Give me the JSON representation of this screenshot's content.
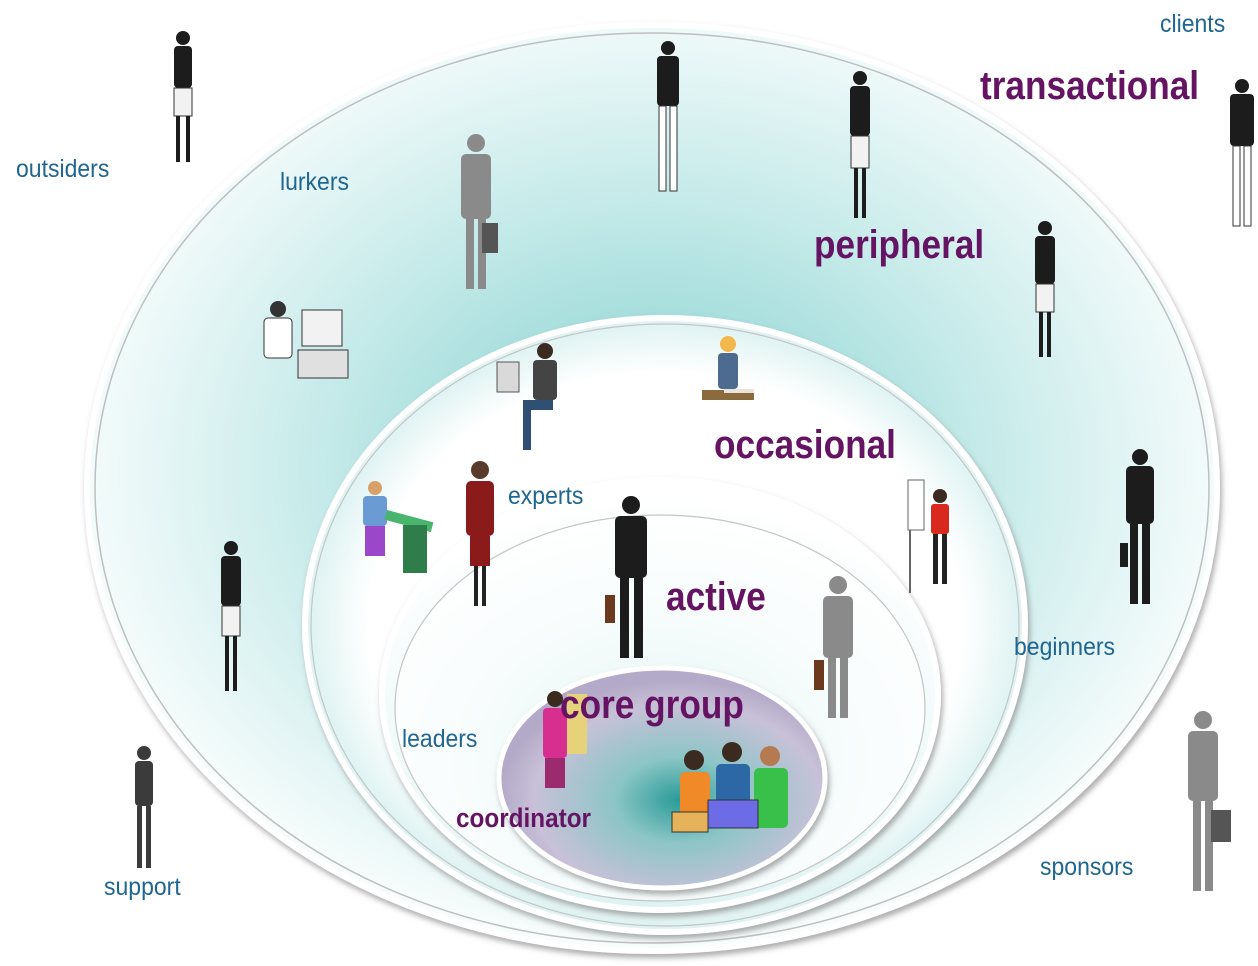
{
  "rings": {
    "transactional": "transactional",
    "peripheral": "peripheral",
    "occasional": "occasional",
    "active": "active",
    "core_group": "core group"
  },
  "roles": {
    "clients": "clients",
    "outsiders": "outsiders",
    "lurkers": "lurkers",
    "experts": "experts",
    "beginners": "beginners",
    "leaders": "leaders",
    "coordinator": "coordinator",
    "support": "support",
    "sponsors": "sponsors"
  },
  "colors": {
    "ring_label": "#651463",
    "role_label": "#1f6690",
    "ring_glow": "#7fcfcc",
    "core_fill": "#b9b0cc"
  }
}
